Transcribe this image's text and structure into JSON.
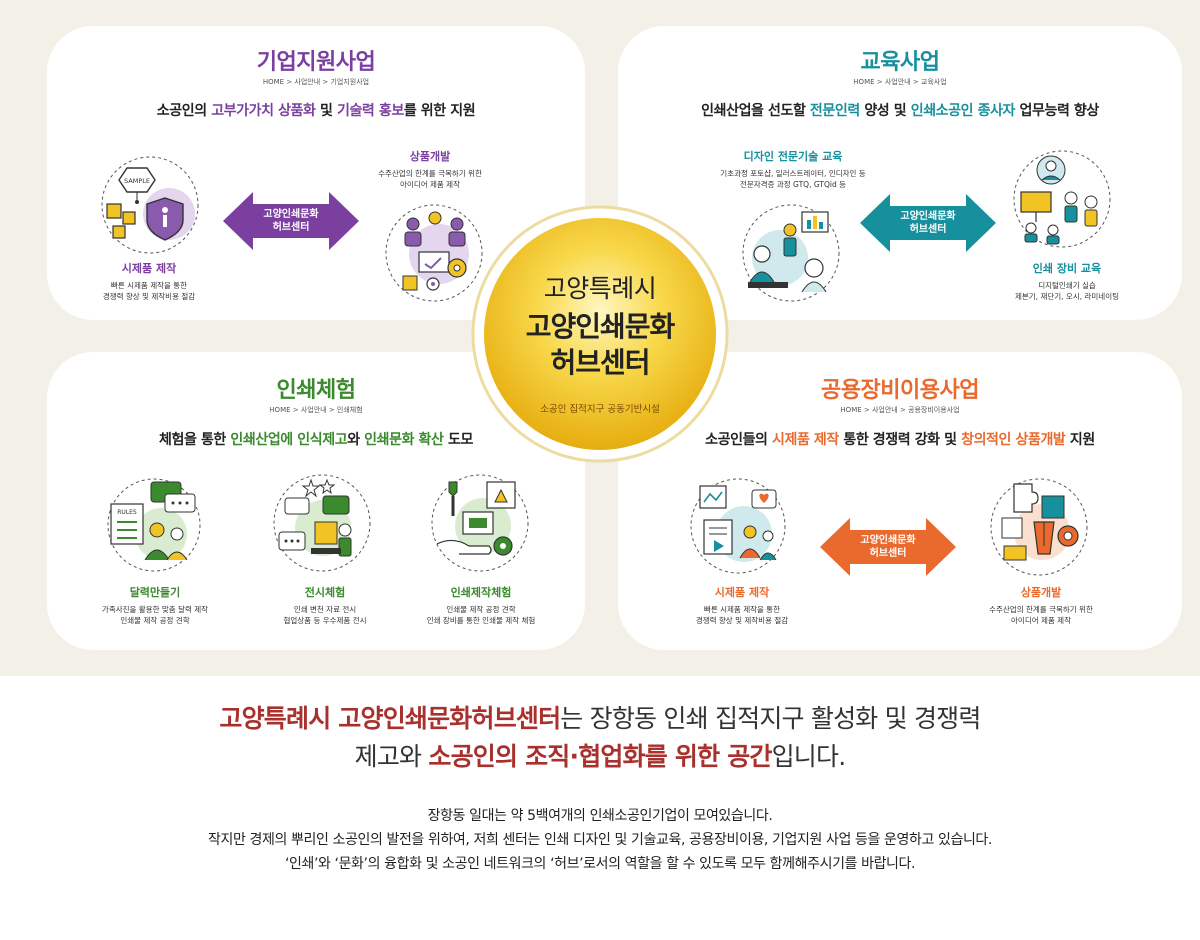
{
  "center": {
    "line1": "고양특례시",
    "line2": "고양인쇄문화",
    "line3": "허브센터",
    "sub": "소공인 집적지구 공동기반시설"
  },
  "panels": {
    "biz": {
      "title": "기업지원사업",
      "crumb": "HOME > 사업안내 > 기업지원사업",
      "desc": [
        "소공인의 ",
        "고부가가치 상품화",
        " 및 ",
        "기술력 홍보",
        "를 위한 지원"
      ],
      "arrow": [
        "고양인쇄문화",
        "허브센터"
      ],
      "left": {
        "title": "시제품 제작",
        "lines": [
          "빠른 시제품 제작을 통한",
          "경쟁력 향상 및 제작비용 절감"
        ]
      },
      "right": {
        "title": "상품개발",
        "lines": [
          "수주산업의 한계를 극복하기 위한",
          "아이디어 제품 제작"
        ]
      },
      "sample_text": "SAMPLE"
    },
    "edu": {
      "title": "교육사업",
      "crumb": "HOME > 사업안내 > 교육사업",
      "desc": [
        "인쇄산업을 선도할 ",
        "전문인력",
        " 양성 및 ",
        "인쇄소공인 종사자",
        " 업무능력 향상"
      ],
      "arrow": [
        "고양인쇄문화",
        "허브센터"
      ],
      "left": {
        "title": "디자인 전문기술 교육",
        "lines": [
          "기초과정 포토샵, 일러스트레이터, 인디자인 등",
          "전문자격증 과정 GTQ, GTQid 등"
        ]
      },
      "right": {
        "title": "인쇄 장비 교육",
        "lines": [
          "디지털인쇄기 실습",
          "제본기, 재단기, 오시, 라미네이팅"
        ]
      }
    },
    "exp": {
      "title": "인쇄체험",
      "crumb": "HOME > 사업안내 > 인쇄체험",
      "desc": [
        "체험을 통한 ",
        "인쇄산업에 인식제고",
        "와 ",
        "인쇄문화 확산",
        " 도모"
      ],
      "items": [
        {
          "title": "달력만들기",
          "lines": [
            "가족사진을 활용한 맞춤 달력 제작",
            "인쇄물 제작 공정 견학"
          ]
        },
        {
          "title": "전시체험",
          "lines": [
            "인쇄 변천 자료 전시",
            "협업상품 등 우수제품 전시"
          ]
        },
        {
          "title": "인쇄제작체험",
          "lines": [
            "인쇄물 제작 공정 견학",
            "인쇄 장비를 통한 인쇄물 제작 체험"
          ]
        }
      ],
      "rules_text": "RULES"
    },
    "equip": {
      "title": "공용장비이용사업",
      "crumb": "HOME > 사업안내 > 공용장비이용사업",
      "desc": [
        "소공인들의 ",
        "시제품 제작",
        " 통한 경쟁력 강화 및 ",
        "창의적인 상품개발",
        " 지원"
      ],
      "arrow": [
        "고양인쇄문화",
        "허브센터"
      ],
      "left": {
        "title": "시제품 제작",
        "lines": [
          "빠른 시제품 제작을 통한",
          "경쟁력 향상 및 제작비용 절감"
        ]
      },
      "right": {
        "title": "상품개발",
        "lines": [
          "수주산업의 한계를 극복하기 위한",
          "아이디어 제품 제작"
        ]
      }
    }
  },
  "bottom": {
    "headline1": [
      "고양특례시 고양인쇄문화허브센터",
      "는 장항동 인쇄 집적지구 활성화 및 경쟁력"
    ],
    "headline2": [
      "제고와 ",
      "소공인의 조직·협업화를 위한 공간",
      "입니다."
    ],
    "body": [
      "장항동 일대는 약 5백여개의 인쇄소공인기업이 모여있습니다.",
      "작지만 경제의 뿌리인 소공인의 발전을 위하여, 저희 센터는 인쇄 디자인 및 기술교육, 공용장비이용, 기업지원 사업 등을 운영하고 있습니다.",
      "‘인쇄’와 ‘문화’의 융합화 및 소공인 네트워크의 ‘허브’로서의 역할을 할 수 있도록 모두 함께해주시기를 바랍니다."
    ]
  },
  "colors": {
    "purple": "#7b3fa0",
    "teal": "#17909e",
    "green": "#3b8a2e",
    "orange": "#ea6a2e",
    "gold": "#f2c324",
    "headline_red": "#a8312d"
  }
}
